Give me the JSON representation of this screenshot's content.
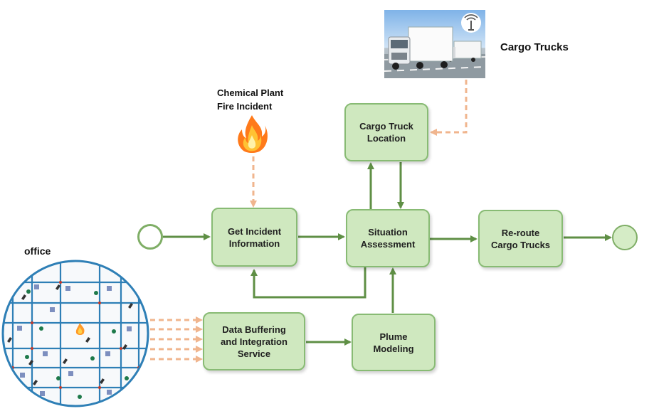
{
  "labels": {
    "cargo_trucks": "Cargo Trucks",
    "chemical_plant": "Chemical Plant\nFire Incident",
    "office": "office"
  },
  "boxes": {
    "get_incident": "Get Incident\nInformation",
    "cargo_location": "Cargo Truck\nLocation",
    "situation": "Situation\nAssessment",
    "reroute": "Re-route\nCargo Trucks",
    "data_buffering": "Data Buffering\nand Integration\nService",
    "plume": "Plume\nModeling"
  },
  "icons": {
    "truck_photo": "cargo-truck-photo",
    "fire": "fire-icon",
    "office_map": "office-floorplan-map",
    "wifi": "wireless-signal-icon"
  },
  "colors": {
    "box_fill": "#cfe8bf",
    "box_border": "#88bb74",
    "solid_arrow": "#5f8f45",
    "dashed_arrow": "#f0b58e",
    "node_fill": "#d5ecc6",
    "map_grid": "#2e7fb6"
  }
}
